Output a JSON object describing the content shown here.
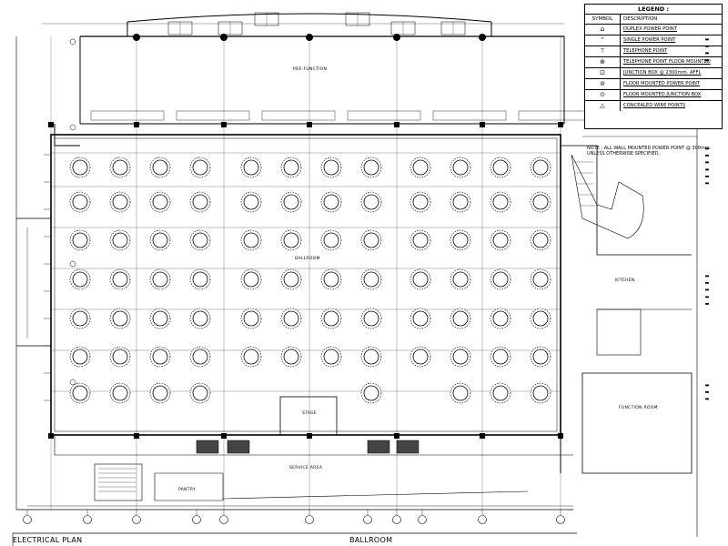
{
  "legend": {
    "title": "LEGEND :",
    "col_symbol": "SYMBOL",
    "col_description": "DESCRIPTION",
    "items": [
      {
        "icon": "duplex-power-point-icon",
        "glyph": "⌂",
        "label": "DUPLEX POWER POINT"
      },
      {
        "icon": "single-power-point-icon",
        "glyph": "⌃",
        "label": "SINGLE POWER POINT"
      },
      {
        "icon": "telephone-point-icon",
        "glyph": "⊤",
        "label": "TELEPHONE POINT"
      },
      {
        "icon": "telephone-floor-point-icon",
        "glyph": "⊕",
        "label": "TELEPHONE POINT FLOOR MOUNTED"
      },
      {
        "icon": "junction-box-icon",
        "glyph": "⊡",
        "label": "JUNCTION BOX @ 2300mm. AFFL"
      },
      {
        "icon": "floor-power-point-icon",
        "glyph": "⊘",
        "label": "FLOOR MOUNTED POWER POINT"
      },
      {
        "icon": "floor-junction-box-icon",
        "glyph": "⊙",
        "label": "FLOOR MOUNTED JUNCTION BOX"
      },
      {
        "icon": "concealed-wire-icon",
        "glyph": "△",
        "label": "CONCEALED WIRE POINTS"
      }
    ]
  },
  "note": "NOTE : ALL WALL MOUNTED POWER POINT @ 300mm. UNLESS OTHERWISE SPECIFIED.",
  "rooms": {
    "pre_function": "PRE-FUNCTION",
    "ballroom": "BALLROOM",
    "stage": "STAGE",
    "service_area": "SERVICE AREA",
    "kitchen": "KITCHEN",
    "function_room": "FUNCTION ROOM",
    "pantry": "PANTRY"
  },
  "title_block": {
    "left": "ELECTRICAL PLAN",
    "center": "BALLROOM"
  },
  "colors": {
    "line": "#000000",
    "background": "#ffffff"
  }
}
